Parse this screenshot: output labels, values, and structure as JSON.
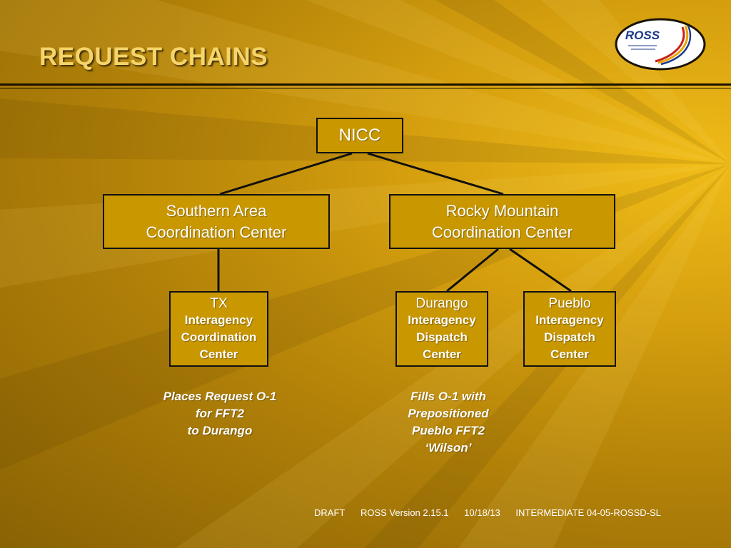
{
  "slide": {
    "title": "REQUEST CHAINS",
    "logo": {
      "text": "ROSS",
      "icon": "ross-swoosh-logo"
    }
  },
  "org_chart": {
    "root": {
      "label": "NICC"
    },
    "level2": [
      {
        "line1": "Southern Area",
        "line2": "Coordination Center"
      },
      {
        "line1": "Rocky Mountain",
        "line2": "Coordination Center"
      }
    ],
    "leaves": [
      {
        "head": "TX",
        "lines": [
          "Interagency",
          "Coordination",
          "Center"
        ]
      },
      {
        "head": "Durango",
        "lines": [
          "Interagency",
          "Dispatch",
          "Center"
        ]
      },
      {
        "head": "Pueblo",
        "lines": [
          "Interagency",
          "Dispatch",
          "Center"
        ]
      }
    ]
  },
  "notes": {
    "tx": [
      "Places Request O-1",
      "for FFT2",
      "to Durango"
    ],
    "durango": [
      "Fills O-1 with",
      "Prepositioned",
      "Pueblo FFT2",
      "‘Wilson’"
    ]
  },
  "footer": {
    "status": "DRAFT",
    "version": "ROSS Version 2.15.1",
    "date": "10/18/13",
    "course": "INTERMEDIATE 04-05-ROSSD-SL"
  },
  "colors": {
    "box_fill": "#c99700",
    "box_border": "#111111",
    "title": "#f5d46a",
    "background_light": "#f0bc18",
    "background_dark": "#8a6204"
  }
}
